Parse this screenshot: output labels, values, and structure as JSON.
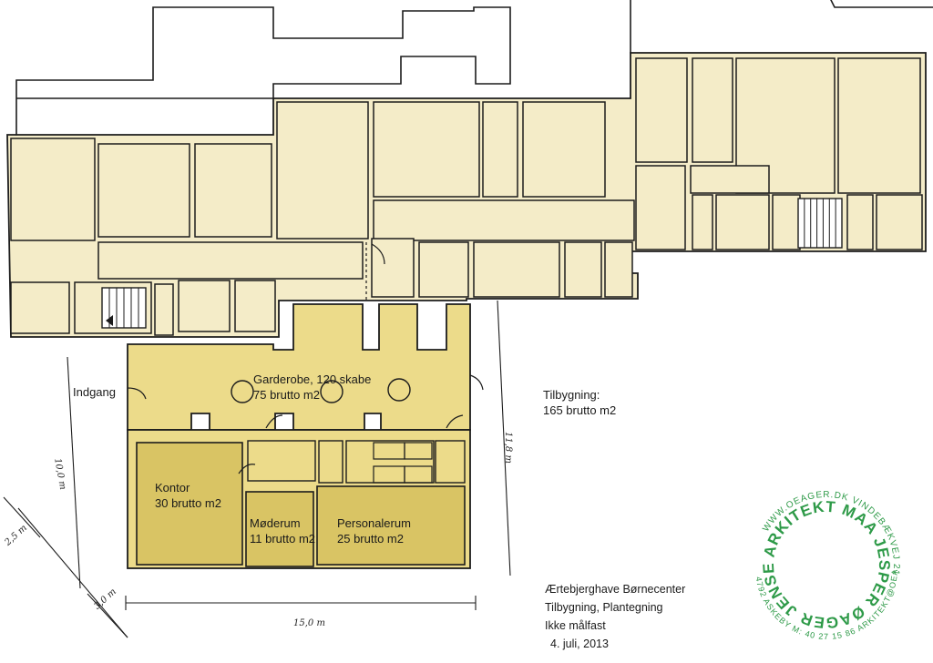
{
  "colors": {
    "existing_fill": "#f4ecc8",
    "new_light_fill": "#ecdb8a",
    "new_dark_fill": "#d9c464",
    "line": "#1c1c1c",
    "stamp": "#2e9a48"
  },
  "labels": {
    "indgang": "Indgang",
    "garderobe": "Garderobe, 120 skabe",
    "garderobe_area": "75 brutto m2",
    "kontor": "Kontor",
    "kontor_area": "30 brutto m2",
    "moderum": "Møderum",
    "moderum_area": "11 brutto m2",
    "personalerum": "Personalerum",
    "personalerum_area": "25 brutto m2",
    "tilbygning": "Tilbygning:",
    "tilbygning_area": "165 brutto m2"
  },
  "dimensions": {
    "left_depth": "10,0 m",
    "right_depth": "11,8 m",
    "width": "15,0 m",
    "offset_a": "2,5 m",
    "offset_b": "3,0 m"
  },
  "title_block": {
    "project": "Ærtebjerghave Børnecenter",
    "subtitle": "Tilbygning, Plantegning",
    "note": "Ikke målfast",
    "date": "4. juli, 2013"
  },
  "stamp": {
    "top_text": "WWW.OEAGER.DK   VINDEBÆKVEJ 21",
    "main_text": "ARKITEKT MAA  JESPER ØAGER JENSEN",
    "bottom_text": "4792 ASKEBY  M: 40 27 15 86  ARKITEKT@OEAGER.DK"
  }
}
